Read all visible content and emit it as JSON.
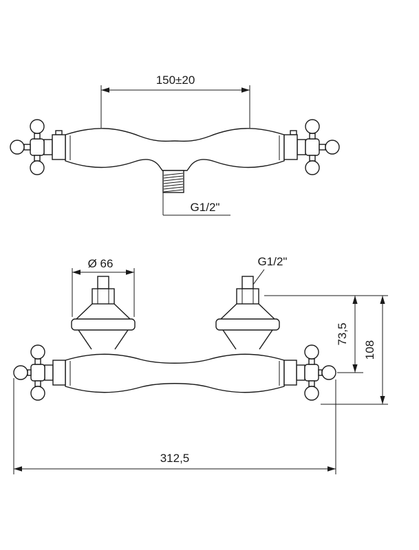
{
  "drawing": {
    "background": "#ffffff",
    "line_color": "#1a1a1a",
    "views": {
      "top": {
        "dim_center_distance": "150±20",
        "outlet_thread_label": "G1/2\""
      },
      "front": {
        "dim_escutcheon_diameter": "Ø 66",
        "inlet_thread_label": "G1/2\"",
        "dim_height_to_center": "73,5",
        "dim_total_height": "108",
        "dim_total_width": "312,5"
      }
    }
  }
}
